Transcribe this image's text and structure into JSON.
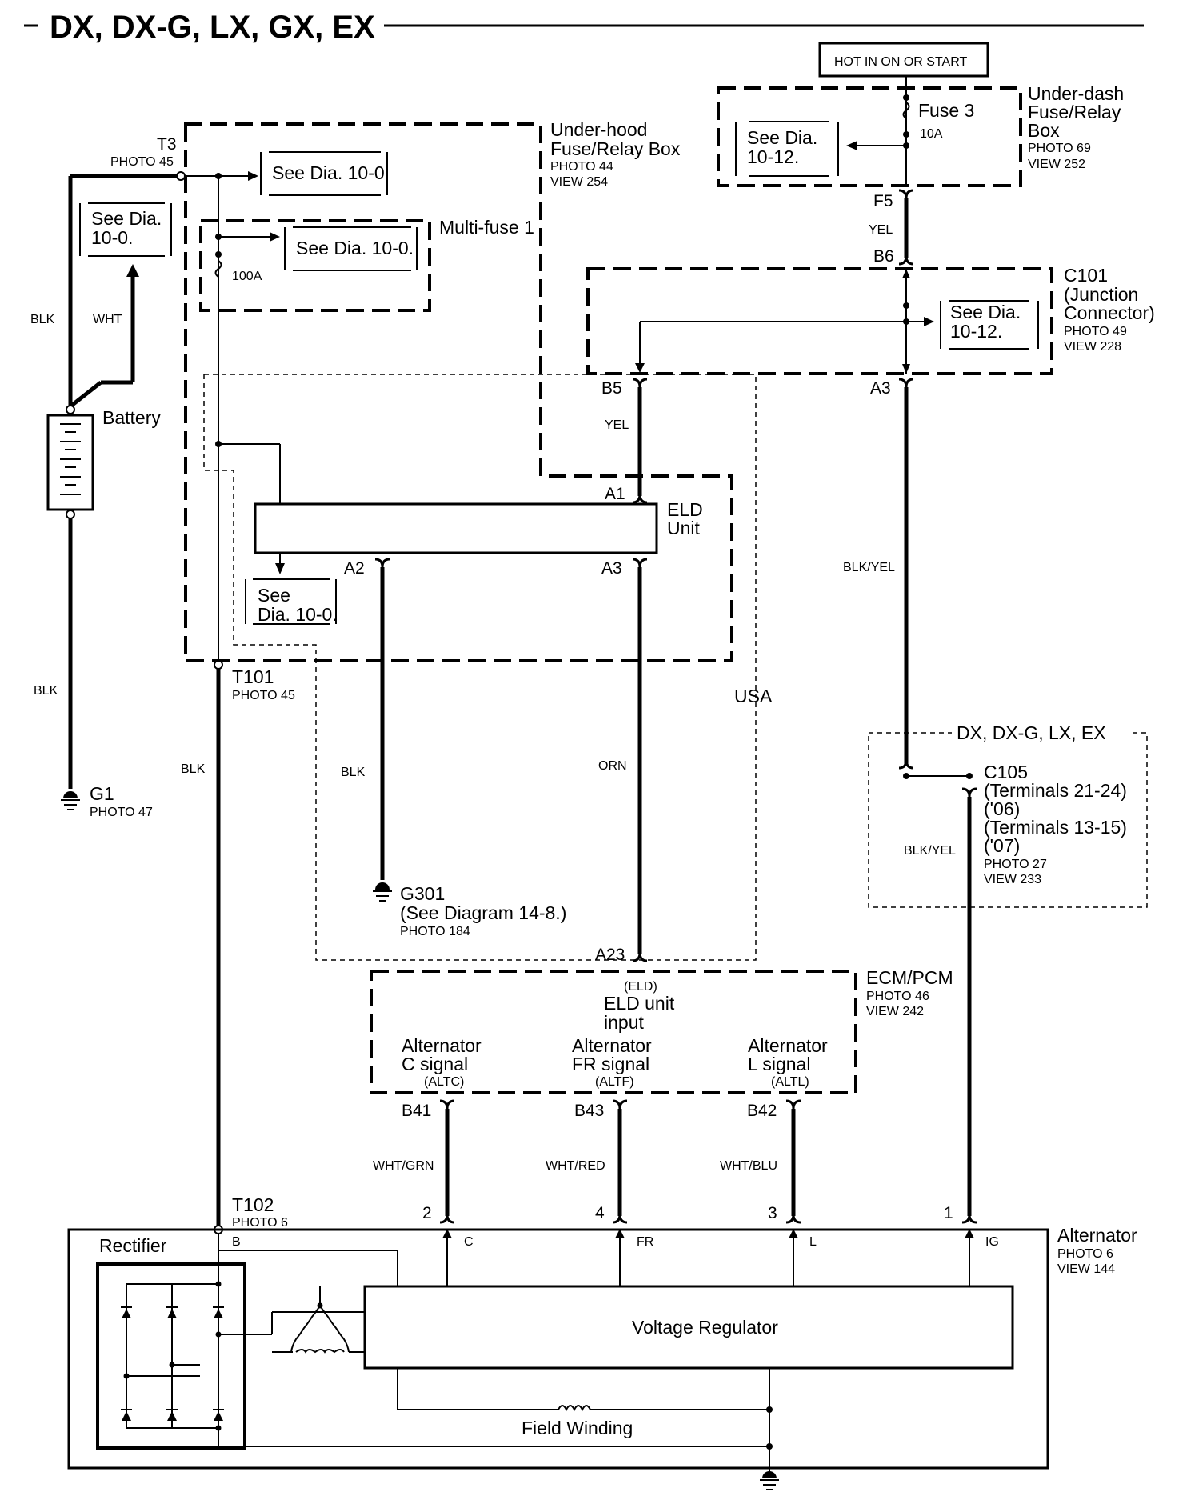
{
  "title": "DX, DX-G, LX, GX, EX",
  "power_note": "HOT IN ON OR START",
  "components": {
    "underdash_box": [
      "Under-dash",
      "Fuse/Relay",
      "Box"
    ],
    "underdash_ref": [
      "PHOTO 69",
      "VIEW 252"
    ],
    "fuse3": "Fuse 3",
    "fuse3_rating": "10A",
    "underhood_box": [
      "Under-hood",
      "Fuse/Relay Box"
    ],
    "underhood_ref": [
      "PHOTO 44",
      "VIEW 254"
    ],
    "multifuse": "Multi-fuse 1",
    "multifuse_rating": "100A",
    "c101": [
      "C101",
      "(Junction",
      "Connector)"
    ],
    "c101_ref": [
      "PHOTO 49",
      "VIEW 228"
    ],
    "t3": "T3",
    "t3_ref": "PHOTO 45",
    "battery": "Battery",
    "g1": "G1",
    "g1_ref": "PHOTO 47",
    "eld_unit": [
      "ELD",
      "Unit"
    ],
    "t101": "T101",
    "t101_ref": "PHOTO 45",
    "usa": "USA",
    "g301": [
      "G301",
      "(See Diagram 14-8.)"
    ],
    "g301_ref": "PHOTO 184",
    "c105_region": "DX, DX-G, LX, EX",
    "c105": [
      "C105",
      "(Terminals 21-24)",
      "('06)",
      "(Terminals 13-15)",
      "('07)"
    ],
    "c105_ref": [
      "PHOTO 27",
      "VIEW 233"
    ],
    "ecm": "ECM/PCM",
    "ecm_ref": [
      "PHOTO 46",
      "VIEW 242"
    ],
    "ecm_eld": [
      "(ELD)",
      "ELD unit",
      "input"
    ],
    "altc": [
      "Alternator",
      "C signal",
      "(ALTC)"
    ],
    "altf": [
      "Alternator",
      "FR signal",
      "(ALTF)"
    ],
    "altl": [
      "Alternator",
      "L signal",
      "(ALTL)"
    ],
    "t102": "T102",
    "t102_ref": "PHOTO 6",
    "alternator": "Alternator",
    "alternator_ref": [
      "PHOTO 6",
      "VIEW 144"
    ],
    "rectifier": "Rectifier",
    "voltage_regulator": "Voltage Regulator",
    "field_winding": "Field Winding"
  },
  "see_refs": {
    "a": [
      "See Dia.",
      "10-0."
    ],
    "b": "See Dia. 10-0.",
    "c": "See Dia. 10-0.",
    "d": [
      "See Dia.",
      "10-12."
    ],
    "e": [
      "See Dia.",
      "10-12."
    ],
    "f": [
      "See",
      "Dia. 10-0."
    ]
  },
  "pins": {
    "f5": "F5",
    "b6": "B6",
    "b5": "B5",
    "a3_c101": "A3",
    "a1": "A1",
    "a2": "A2",
    "a3_eld": "A3",
    "a23": "A23",
    "b41": "B41",
    "b43": "B43",
    "b42": "B42",
    "p2": "2",
    "p4": "4",
    "p3": "3",
    "p1": "1",
    "b": "B",
    "c": "C",
    "fr": "FR",
    "l": "L",
    "ig": "IG"
  },
  "wires": {
    "blk_batt": "BLK",
    "wht_batt": "WHT",
    "blk_g1": "BLK",
    "blk_t101": "BLK",
    "blk_g301": "BLK",
    "orn": "ORN",
    "yel_f5": "YEL",
    "yel_b5": "YEL",
    "blkyel_1": "BLK/YEL",
    "blkyel_2": "BLK/YEL",
    "whtgrn": "WHT/GRN",
    "whtred": "WHT/RED",
    "whtblu": "WHT/BLU"
  }
}
